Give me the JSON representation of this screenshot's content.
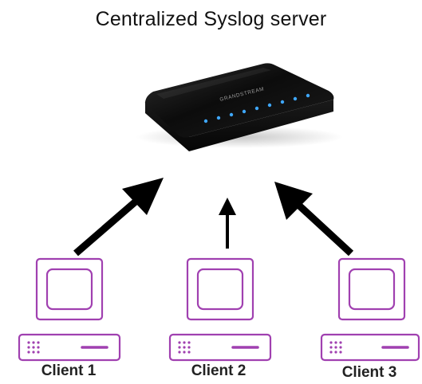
{
  "title": "Centralized Syslog server",
  "server": {
    "brand_text": "GRANDSTREAM",
    "icon": "router-device"
  },
  "clients": [
    {
      "label": "Client 1",
      "icon": "computer-icon"
    },
    {
      "label": "Client 2",
      "icon": "computer-icon"
    },
    {
      "label": "Client 3",
      "icon": "computer-icon"
    }
  ],
  "colors": {
    "client_outline": "#a040b0",
    "arrow": "#000000",
    "device_body": "#141414",
    "device_leds": "#3fa8ff"
  }
}
